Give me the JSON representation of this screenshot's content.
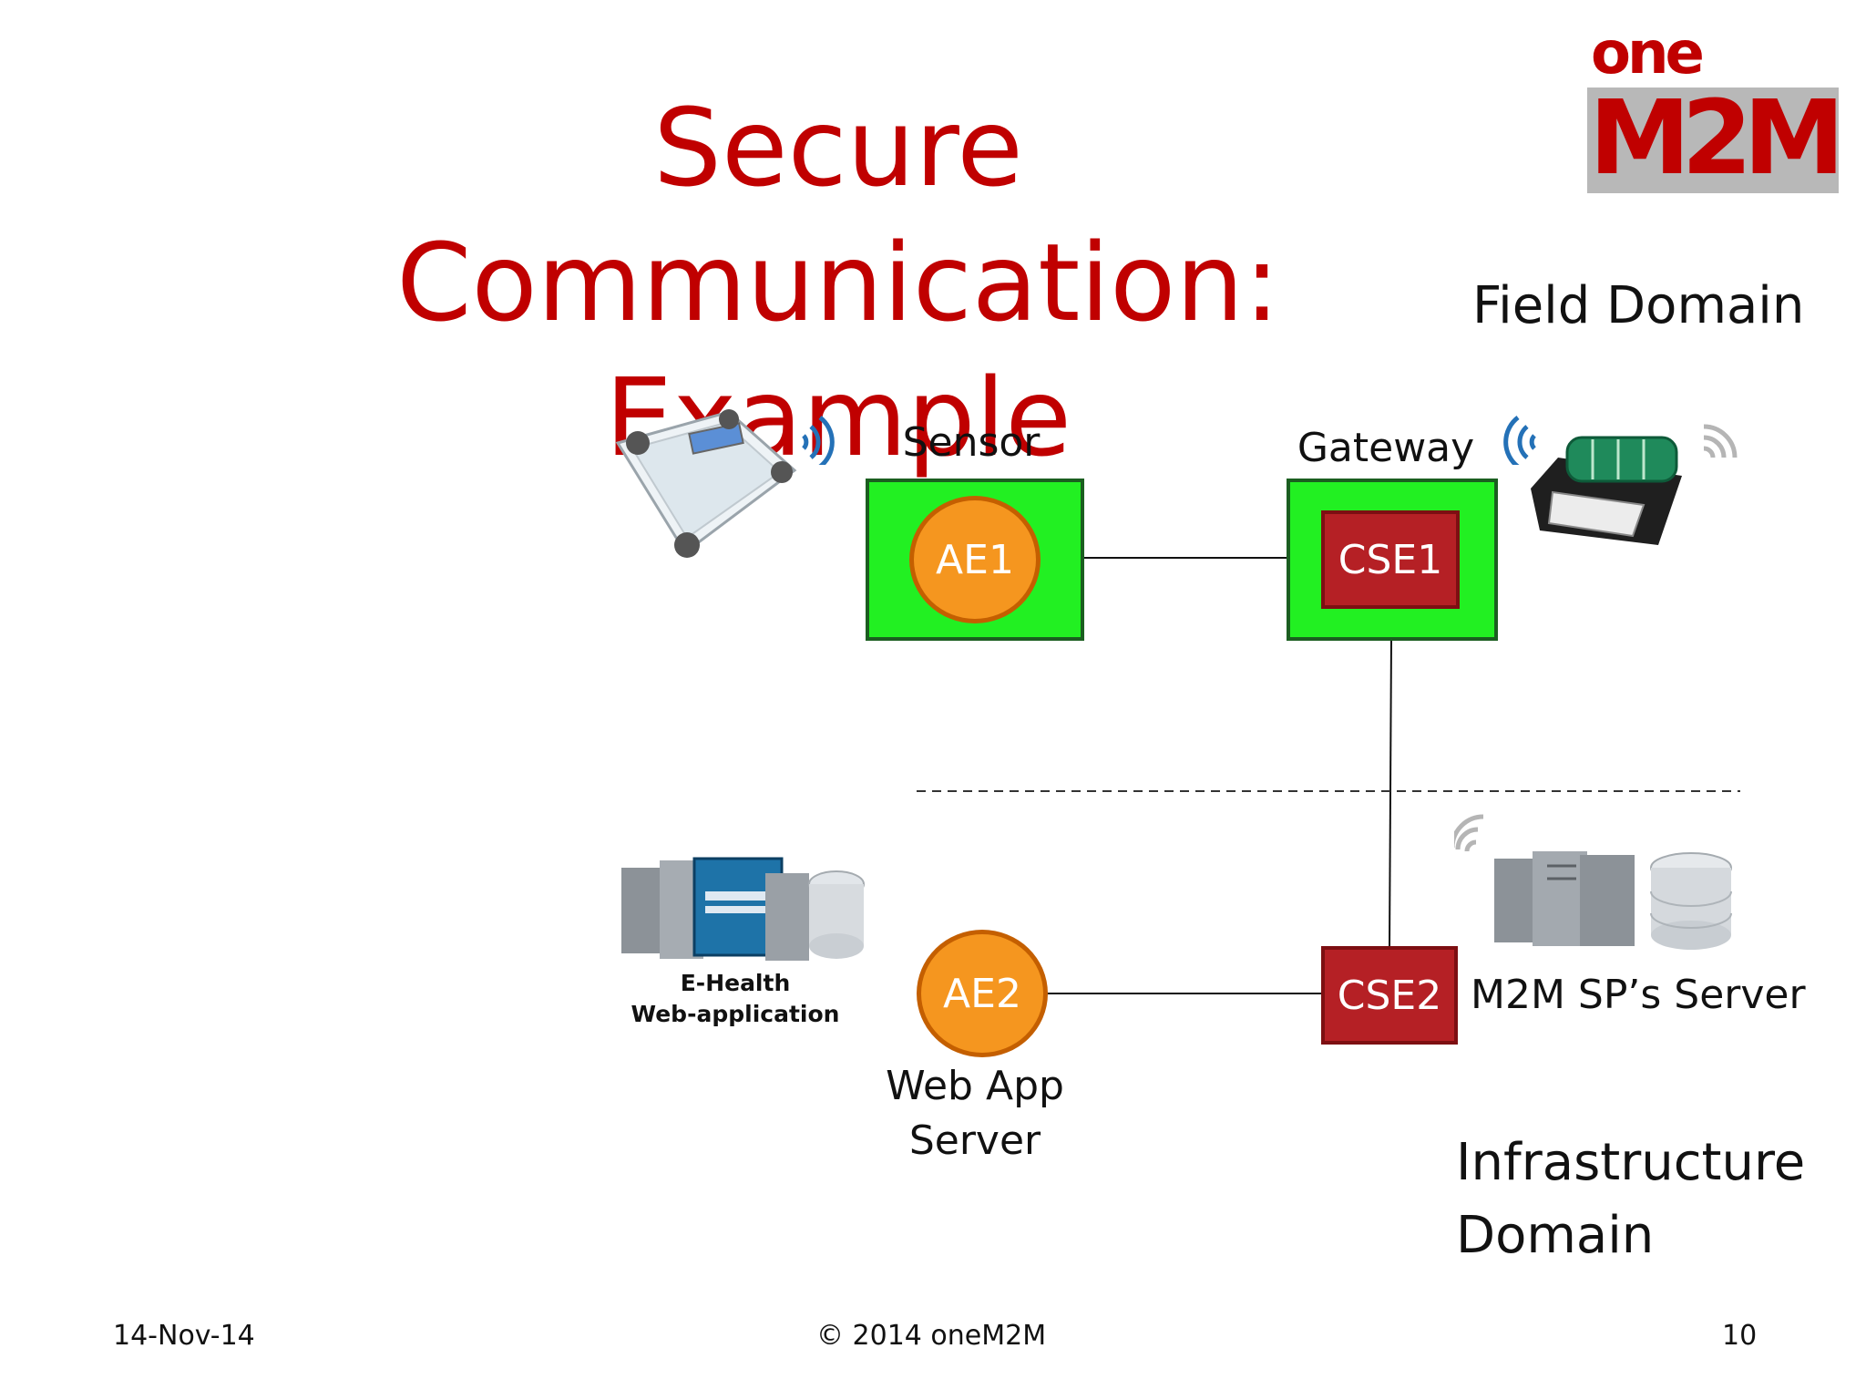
{
  "slide": {
    "title_line1": "Secure Communication:",
    "title_line2": "Example",
    "logo": {
      "top": "one",
      "bottom": "M2M"
    }
  },
  "domains": {
    "field": "Field Domain",
    "infrastructure_line1": "Infrastructure",
    "infrastructure_line2": "Domain"
  },
  "nodes": {
    "sensor_label": "Sensor",
    "gateway_label": "Gateway",
    "ae1": "AE1",
    "cse1": "CSE1",
    "ae2": "AE2",
    "cse2": "CSE2",
    "web_app_server_line1": "Web App",
    "web_app_server_line2": "Server",
    "sp_server_label": "M2M SP’s Server"
  },
  "images": {
    "ehealth_line1": "E-Health",
    "ehealth_line2": "Web-application",
    "icons": [
      "scale-icon",
      "wifi-icon",
      "gateway-device-icon",
      "server-rack-icon",
      "database-icon"
    ]
  },
  "footer": {
    "date": "14-Nov-14",
    "copyright": "© 2014 oneM2M",
    "page": "10"
  },
  "colors": {
    "title": "#c00000",
    "green_box": "#22f022",
    "ae_circle": "#f5961f",
    "cse_box": "#b52025"
  }
}
